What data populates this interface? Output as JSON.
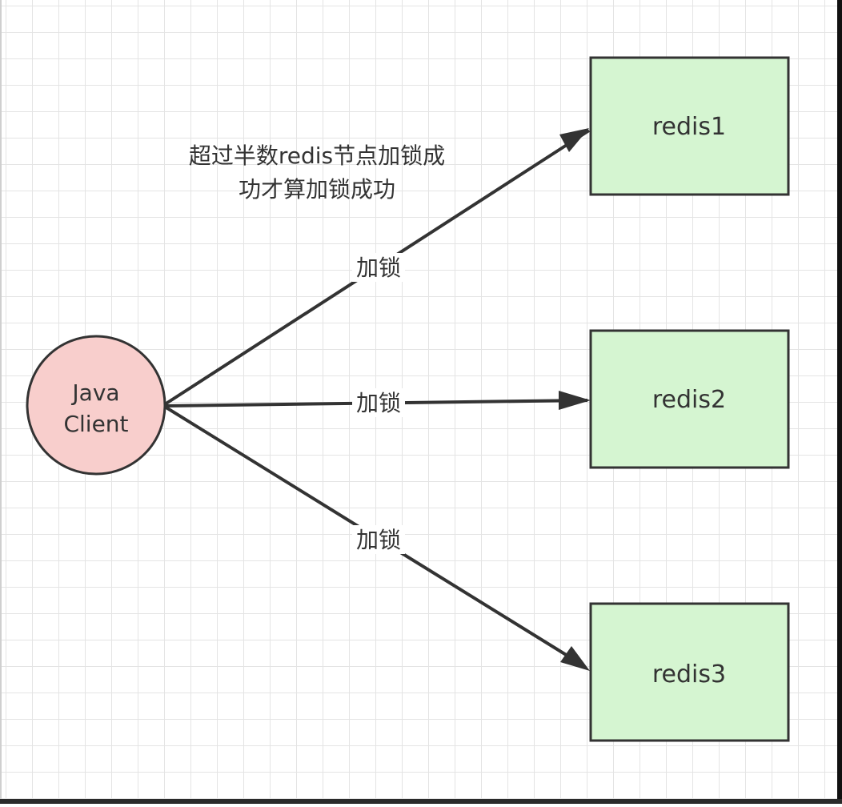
{
  "note": {
    "line1": "超过半数redis节点加锁成",
    "line2": "功才算加锁成功"
  },
  "client": {
    "line1": "Java",
    "line2": "Client",
    "fill": "#f8cecc"
  },
  "nodes": [
    {
      "label": "redis1"
    },
    {
      "label": "redis2"
    },
    {
      "label": "redis3"
    }
  ],
  "edges": [
    {
      "label": "加锁"
    },
    {
      "label": "加锁"
    },
    {
      "label": "加锁"
    }
  ],
  "colors": {
    "node_fill": "#d5f5d1",
    "stroke": "#333333",
    "text": "#333333",
    "grid": "#e4e4e4"
  }
}
